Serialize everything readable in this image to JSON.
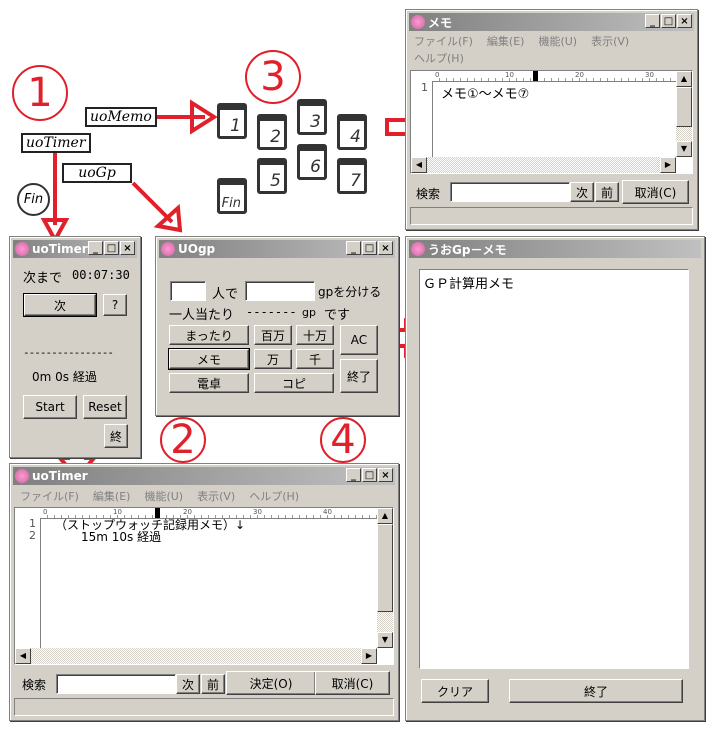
{
  "annotations": {
    "n1": "1",
    "n2": "2",
    "n3": "3",
    "n4": "4",
    "label_memo": "uoMemo",
    "label_timer": "uoTimer",
    "label_gp": "uoGp",
    "fin": "Fin",
    "memo_icons": [
      "1",
      "2",
      "3",
      "4",
      "5",
      "6",
      "7"
    ],
    "memo_fin": "Fin"
  },
  "menu": {
    "file": "ファイル(F)",
    "edit": "編集(E)",
    "func": "機能(U)",
    "view": "表示(V)",
    "help": "ヘルプ(H)"
  },
  "memo_window": {
    "title": "メモ",
    "lines": [
      "1"
    ],
    "text": "メモ①〜メモ⑦",
    "search_label": "検索",
    "next": "次",
    "prev": "前",
    "cancel": "取消(C)",
    "ruler": [
      "0",
      "10",
      "20",
      "30"
    ]
  },
  "timer_window": {
    "title": "uoTimer",
    "countdown_label": "次まで",
    "countdown": "00:07:30",
    "next": "次",
    "help": "?",
    "dashes": "----------------",
    "elapsed": "0m 0s 経過",
    "start": "Start",
    "reset": "Reset",
    "end": "終"
  },
  "gp_window": {
    "title": "UOgp",
    "people_suffix": "人で",
    "gp_suffix": "gpを分ける",
    "per_person": "一人当たり",
    "result": "-------",
    "unit": "gp",
    "desu": "です",
    "b_mattari": "まったり",
    "b_million": "百万",
    "b_100k": "十万",
    "b_ac": "AC",
    "b_memo": "メモ",
    "b_10k": "万",
    "b_1k": "千",
    "b_end": "終了",
    "b_calc": "電卓",
    "b_copy": "コピ"
  },
  "gp_memo_window": {
    "title": "うおGp－メモ",
    "text": "ＧＰ計算用メモ",
    "clear": "クリア",
    "end": "終了"
  },
  "timer_memo_window": {
    "title": "uoTimer",
    "lines": [
      "1",
      "2"
    ],
    "line1": "（ストップウォッチ記録用メモ）↓",
    "line2": "15m 10s 経過",
    "search_label": "検索",
    "next": "次",
    "prev": "前",
    "ok": "決定(O)",
    "cancel": "取消(C)",
    "ruler": [
      "0",
      "10",
      "20",
      "30",
      "40"
    ]
  }
}
